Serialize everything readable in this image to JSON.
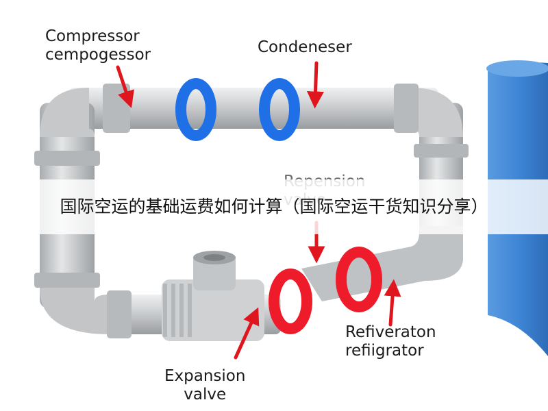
{
  "labels": {
    "compressor_line1": "Compressor",
    "compressor_line2": "cempogessor",
    "condenser": "Condeneser",
    "repension_line1": "Repension",
    "repension_line2": "valve",
    "refrigerator_line1": "Refiveraton",
    "refrigerator_line2": "refiigrator",
    "expansion_line1": "Expansion",
    "expansion_line2": "valve"
  },
  "banner": {
    "title": "国际空运的基础运费如何计算（国际空运干货知识分享）"
  },
  "colors": {
    "pipe": "#c9cbcd",
    "ring_blue": "#1f6fe6",
    "ring_red": "#ee1c2a",
    "arrow_red": "#e0161f",
    "tank": "#3f86d6"
  }
}
